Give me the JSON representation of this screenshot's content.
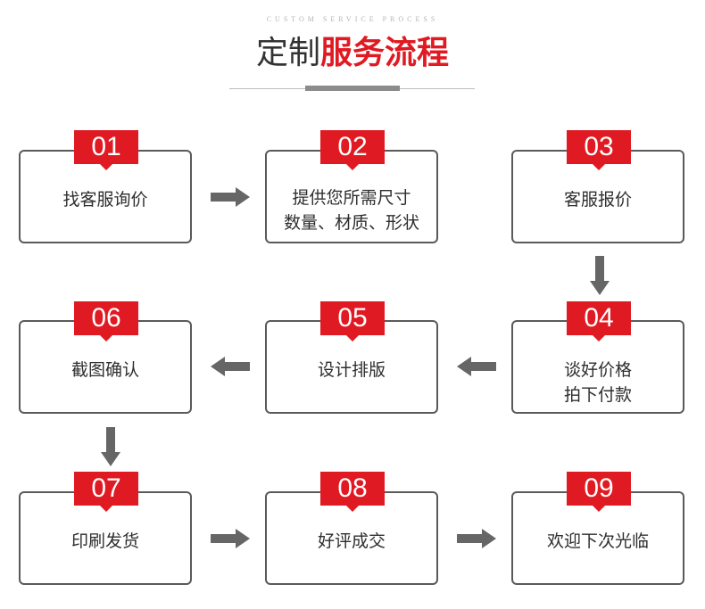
{
  "header": {
    "subtitle": "CUSTOM SERVICE PROCESS",
    "title_plain": "定制",
    "title_highlight": "服务流程"
  },
  "steps": [
    {
      "num": "01",
      "line1": "找客服询价",
      "line2": ""
    },
    {
      "num": "02",
      "line1": "提供您所需尺寸",
      "line2": "数量、材质、形状"
    },
    {
      "num": "03",
      "line1": "客服报价",
      "line2": ""
    },
    {
      "num": "04",
      "line1": "谈好价格",
      "line2": "拍下付款"
    },
    {
      "num": "05",
      "line1": "设计排版",
      "line2": ""
    },
    {
      "num": "06",
      "line1": "截图确认",
      "line2": ""
    },
    {
      "num": "07",
      "line1": "印刷发货",
      "line2": ""
    },
    {
      "num": "08",
      "line1": "好评成交",
      "line2": ""
    },
    {
      "num": "09",
      "line1": "欢迎下次光临",
      "line2": ""
    }
  ],
  "colors": {
    "accent": "#e01a22",
    "border": "#5a5a5a",
    "arrow": "#666666",
    "text": "#2e2e2e"
  },
  "arrows": [
    "arrow-right-icon",
    "arrow-down-icon",
    "arrow-left-icon"
  ]
}
